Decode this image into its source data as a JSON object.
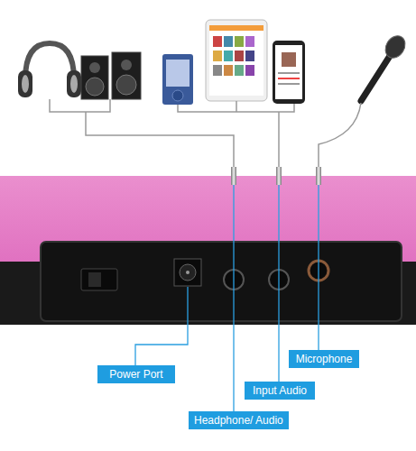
{
  "diagram": {
    "nodes": [
      {
        "text": [
          "Microphone"
        ]
      },
      {
        "text": [
          "Power Port"
        ]
      },
      {
        "text": [
          "Input Audio"
        ]
      },
      {
        "text": [
          "Headphone/ Audio"
        ]
      }
    ]
  }
}
